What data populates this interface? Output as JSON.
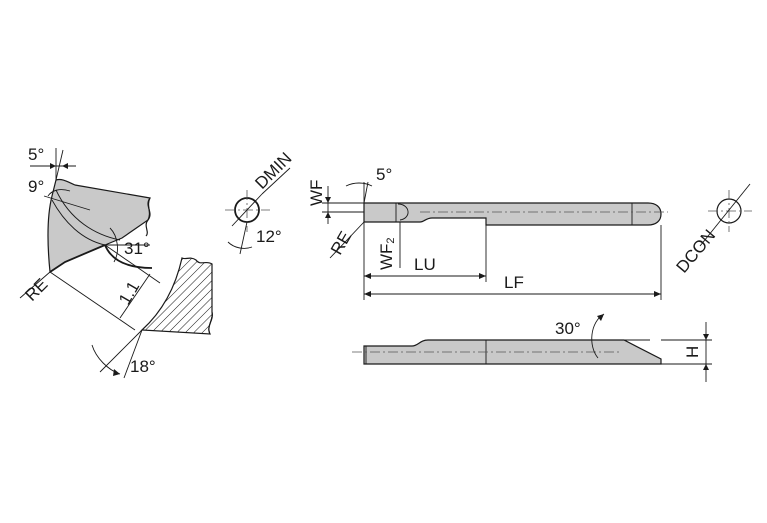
{
  "colors": {
    "tool_fill": "#c9c9c9",
    "line": "#1a1a1a",
    "background": "#ffffff"
  },
  "tip_detail": {
    "angle_top": "5°",
    "angle_side": "9°",
    "angle_front": "31°",
    "radius": "RE",
    "length": "1.1",
    "angle_bottom": "18°"
  },
  "min_bore": {
    "dmin": "DMIN",
    "angle": "12°"
  },
  "top_view": {
    "wf": "WF",
    "angle": "5°",
    "re": "RE",
    "wf2": "WF",
    "wf2_sub": "2",
    "lu": "LU",
    "lf": "LF",
    "dcon": "DCON"
  },
  "side_view": {
    "angle": "30°",
    "h": "H"
  }
}
